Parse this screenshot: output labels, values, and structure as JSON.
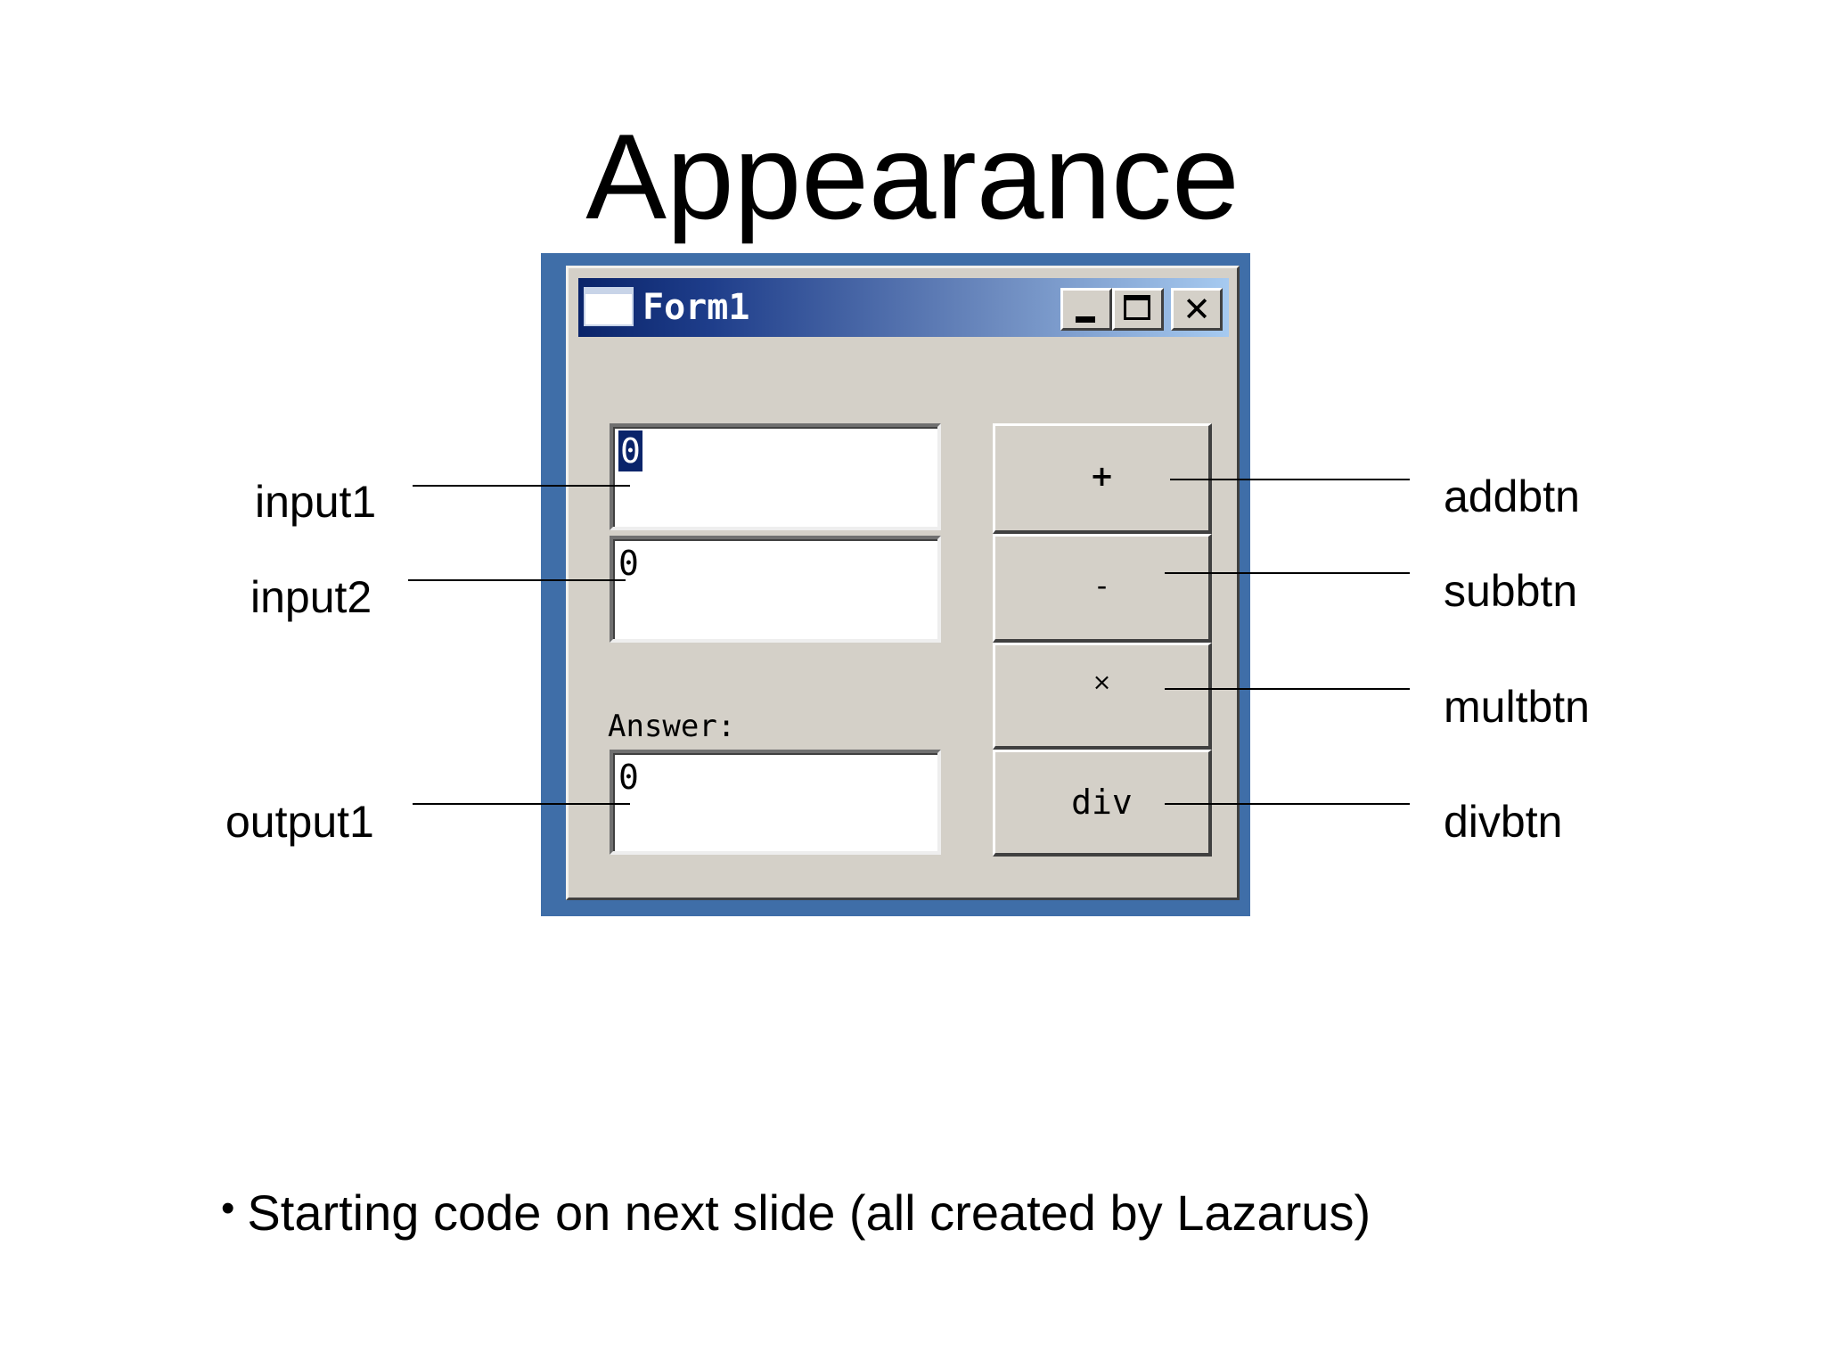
{
  "slide": {
    "title": "Appearance",
    "bullet_symbol": "•",
    "bullet_text": "Starting code on next slide (all created by Lazarus)"
  },
  "window": {
    "title": "Form1",
    "close_glyph": "✕",
    "answer_label": "Answer:",
    "input1_value": "0",
    "input2_value": "0",
    "output1_value": "0",
    "buttons": {
      "add": "+",
      "sub": "-",
      "mult": "×",
      "div": "div"
    }
  },
  "callouts": {
    "input1": "input1",
    "input2": "input2",
    "output1": "output1",
    "addbtn": "addbtn",
    "subbtn": "subbtn",
    "multbtn": "multbtn",
    "divbtn": "divbtn"
  },
  "colors": {
    "window_border": "#3f6ea8",
    "titlebar_start": "#0a246a",
    "titlebar_end": "#a6caf0",
    "form_background": "#d4d0c8",
    "selection": "#0a246a"
  },
  "icons": [
    "app-window-icon",
    "minimize-icon",
    "maximize-icon",
    "close-icon"
  ]
}
